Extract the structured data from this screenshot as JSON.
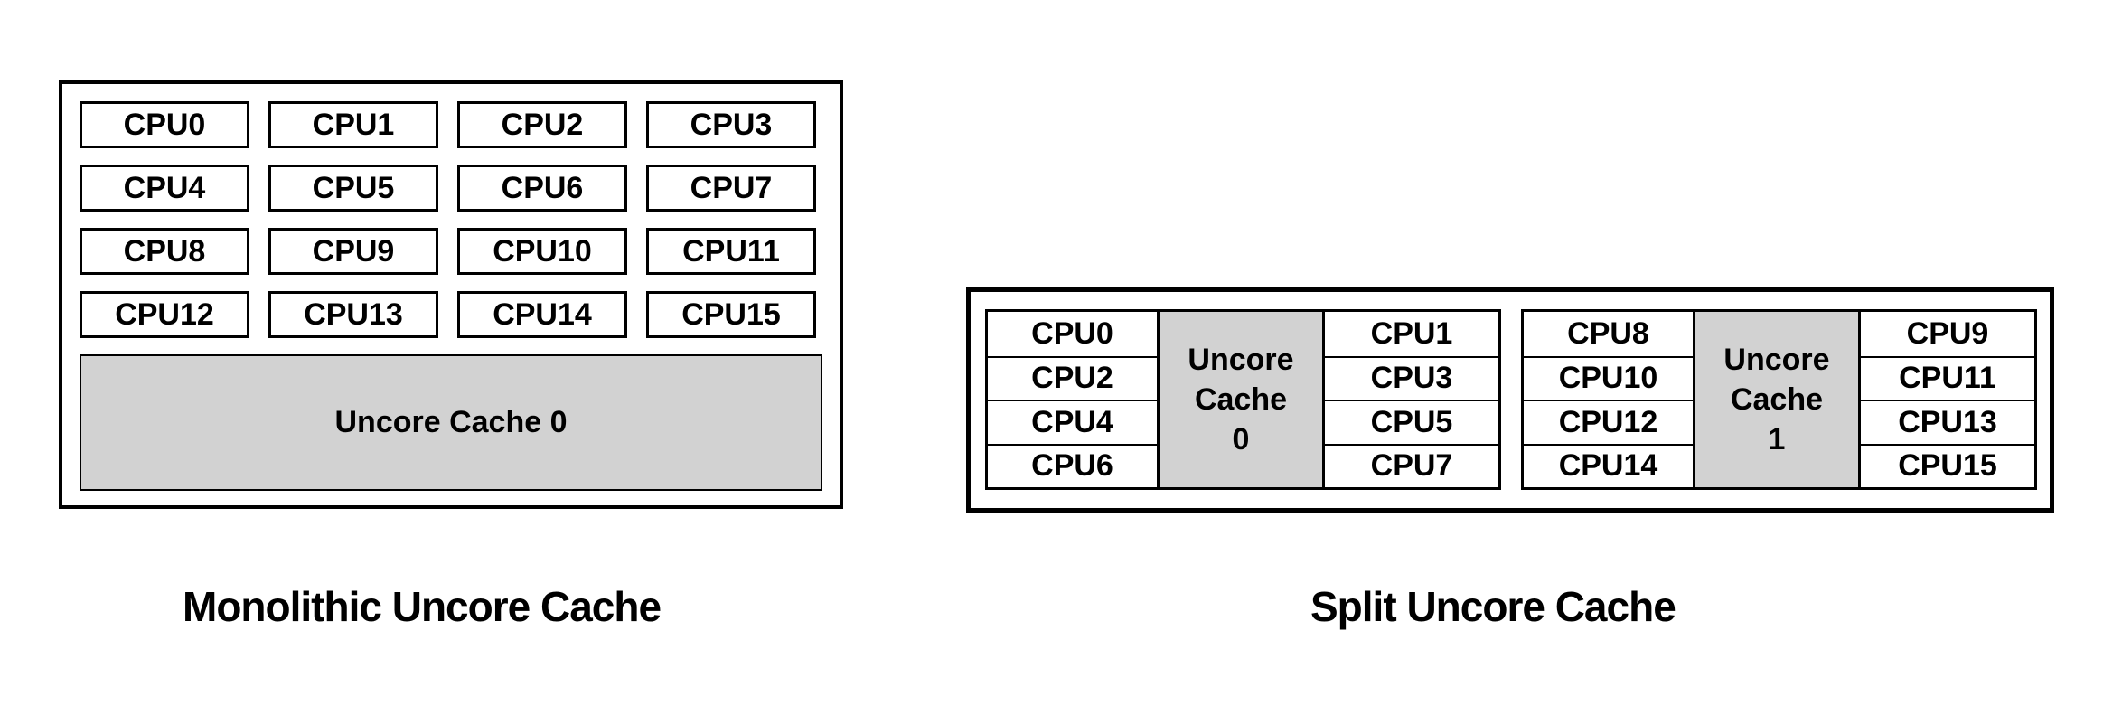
{
  "monolithic": {
    "caption": "Monolithic Uncore Cache",
    "cache_label": "Uncore Cache 0",
    "cpus": [
      "CPU0",
      "CPU1",
      "CPU2",
      "CPU3",
      "CPU4",
      "CPU5",
      "CPU6",
      "CPU7",
      "CPU8",
      "CPU9",
      "CPU10",
      "CPU11",
      "CPU12",
      "CPU13",
      "CPU14",
      "CPU15"
    ]
  },
  "split": {
    "caption": "Split Uncore Cache",
    "clusters": [
      {
        "left_cpus": [
          "CPU0",
          "CPU2",
          "CPU4",
          "CPU6"
        ],
        "cache_lines": [
          "Uncore",
          "Cache",
          "0"
        ],
        "right_cpus": [
          "CPU1",
          "CPU3",
          "CPU5",
          "CPU7"
        ]
      },
      {
        "left_cpus": [
          "CPU8",
          "CPU10",
          "CPU12",
          "CPU14"
        ],
        "cache_lines": [
          "Uncore",
          "Cache",
          "1"
        ],
        "right_cpus": [
          "CPU9",
          "CPU11",
          "CPU13",
          "CPU15"
        ]
      }
    ]
  },
  "colors": {
    "cache_fill": "#d2d2d2",
    "border": "#000000",
    "page_background": "#ffffff"
  }
}
